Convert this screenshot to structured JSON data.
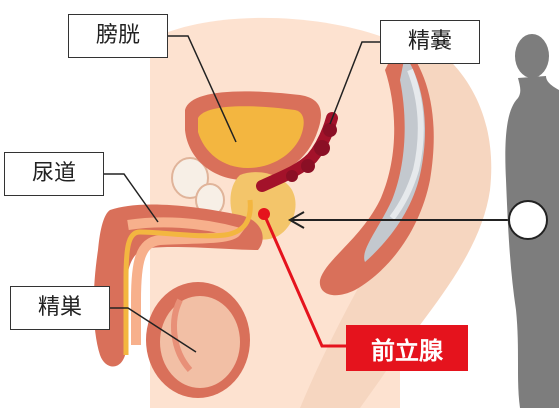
{
  "labels": {
    "bladder": "膀胱",
    "seminal_vesicle": "精嚢",
    "urethra": "尿道",
    "testis": "精巣",
    "prostate": "前立腺"
  },
  "colors": {
    "highlight": "#e5131d",
    "bladder_fill": "#f3b640",
    "tissue_fill": "#f4c7a7",
    "organ_wall": "#d9705a",
    "silhouette": "#7d7d7d"
  }
}
